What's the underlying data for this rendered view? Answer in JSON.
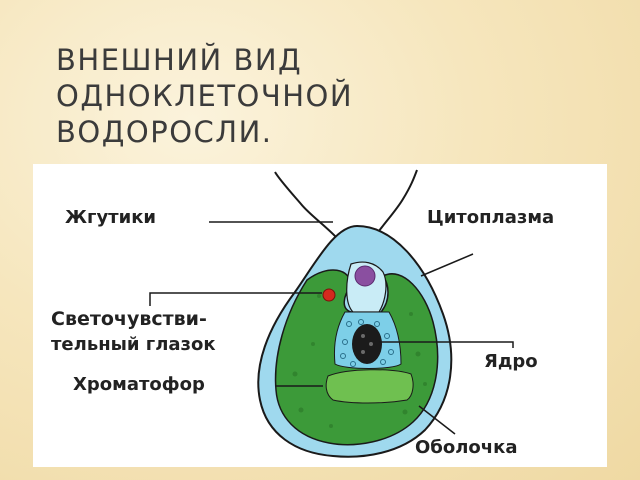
{
  "slide": {
    "title_lines": [
      "ВНЕШНИЙ ВИД",
      "ОДНОКЛЕТОЧНОЙ",
      "ВОДОРОСЛИ."
    ]
  },
  "figure": {
    "labels": {
      "flagella": "Жгутики",
      "cytoplasm": "Цитоплазма",
      "eyespot_line1": "Светочувстви-",
      "eyespot_line2": "тельный глазок",
      "nucleus": "Ядро",
      "chromatophore": "Хроматофор",
      "membrane": "Оболочка"
    }
  }
}
